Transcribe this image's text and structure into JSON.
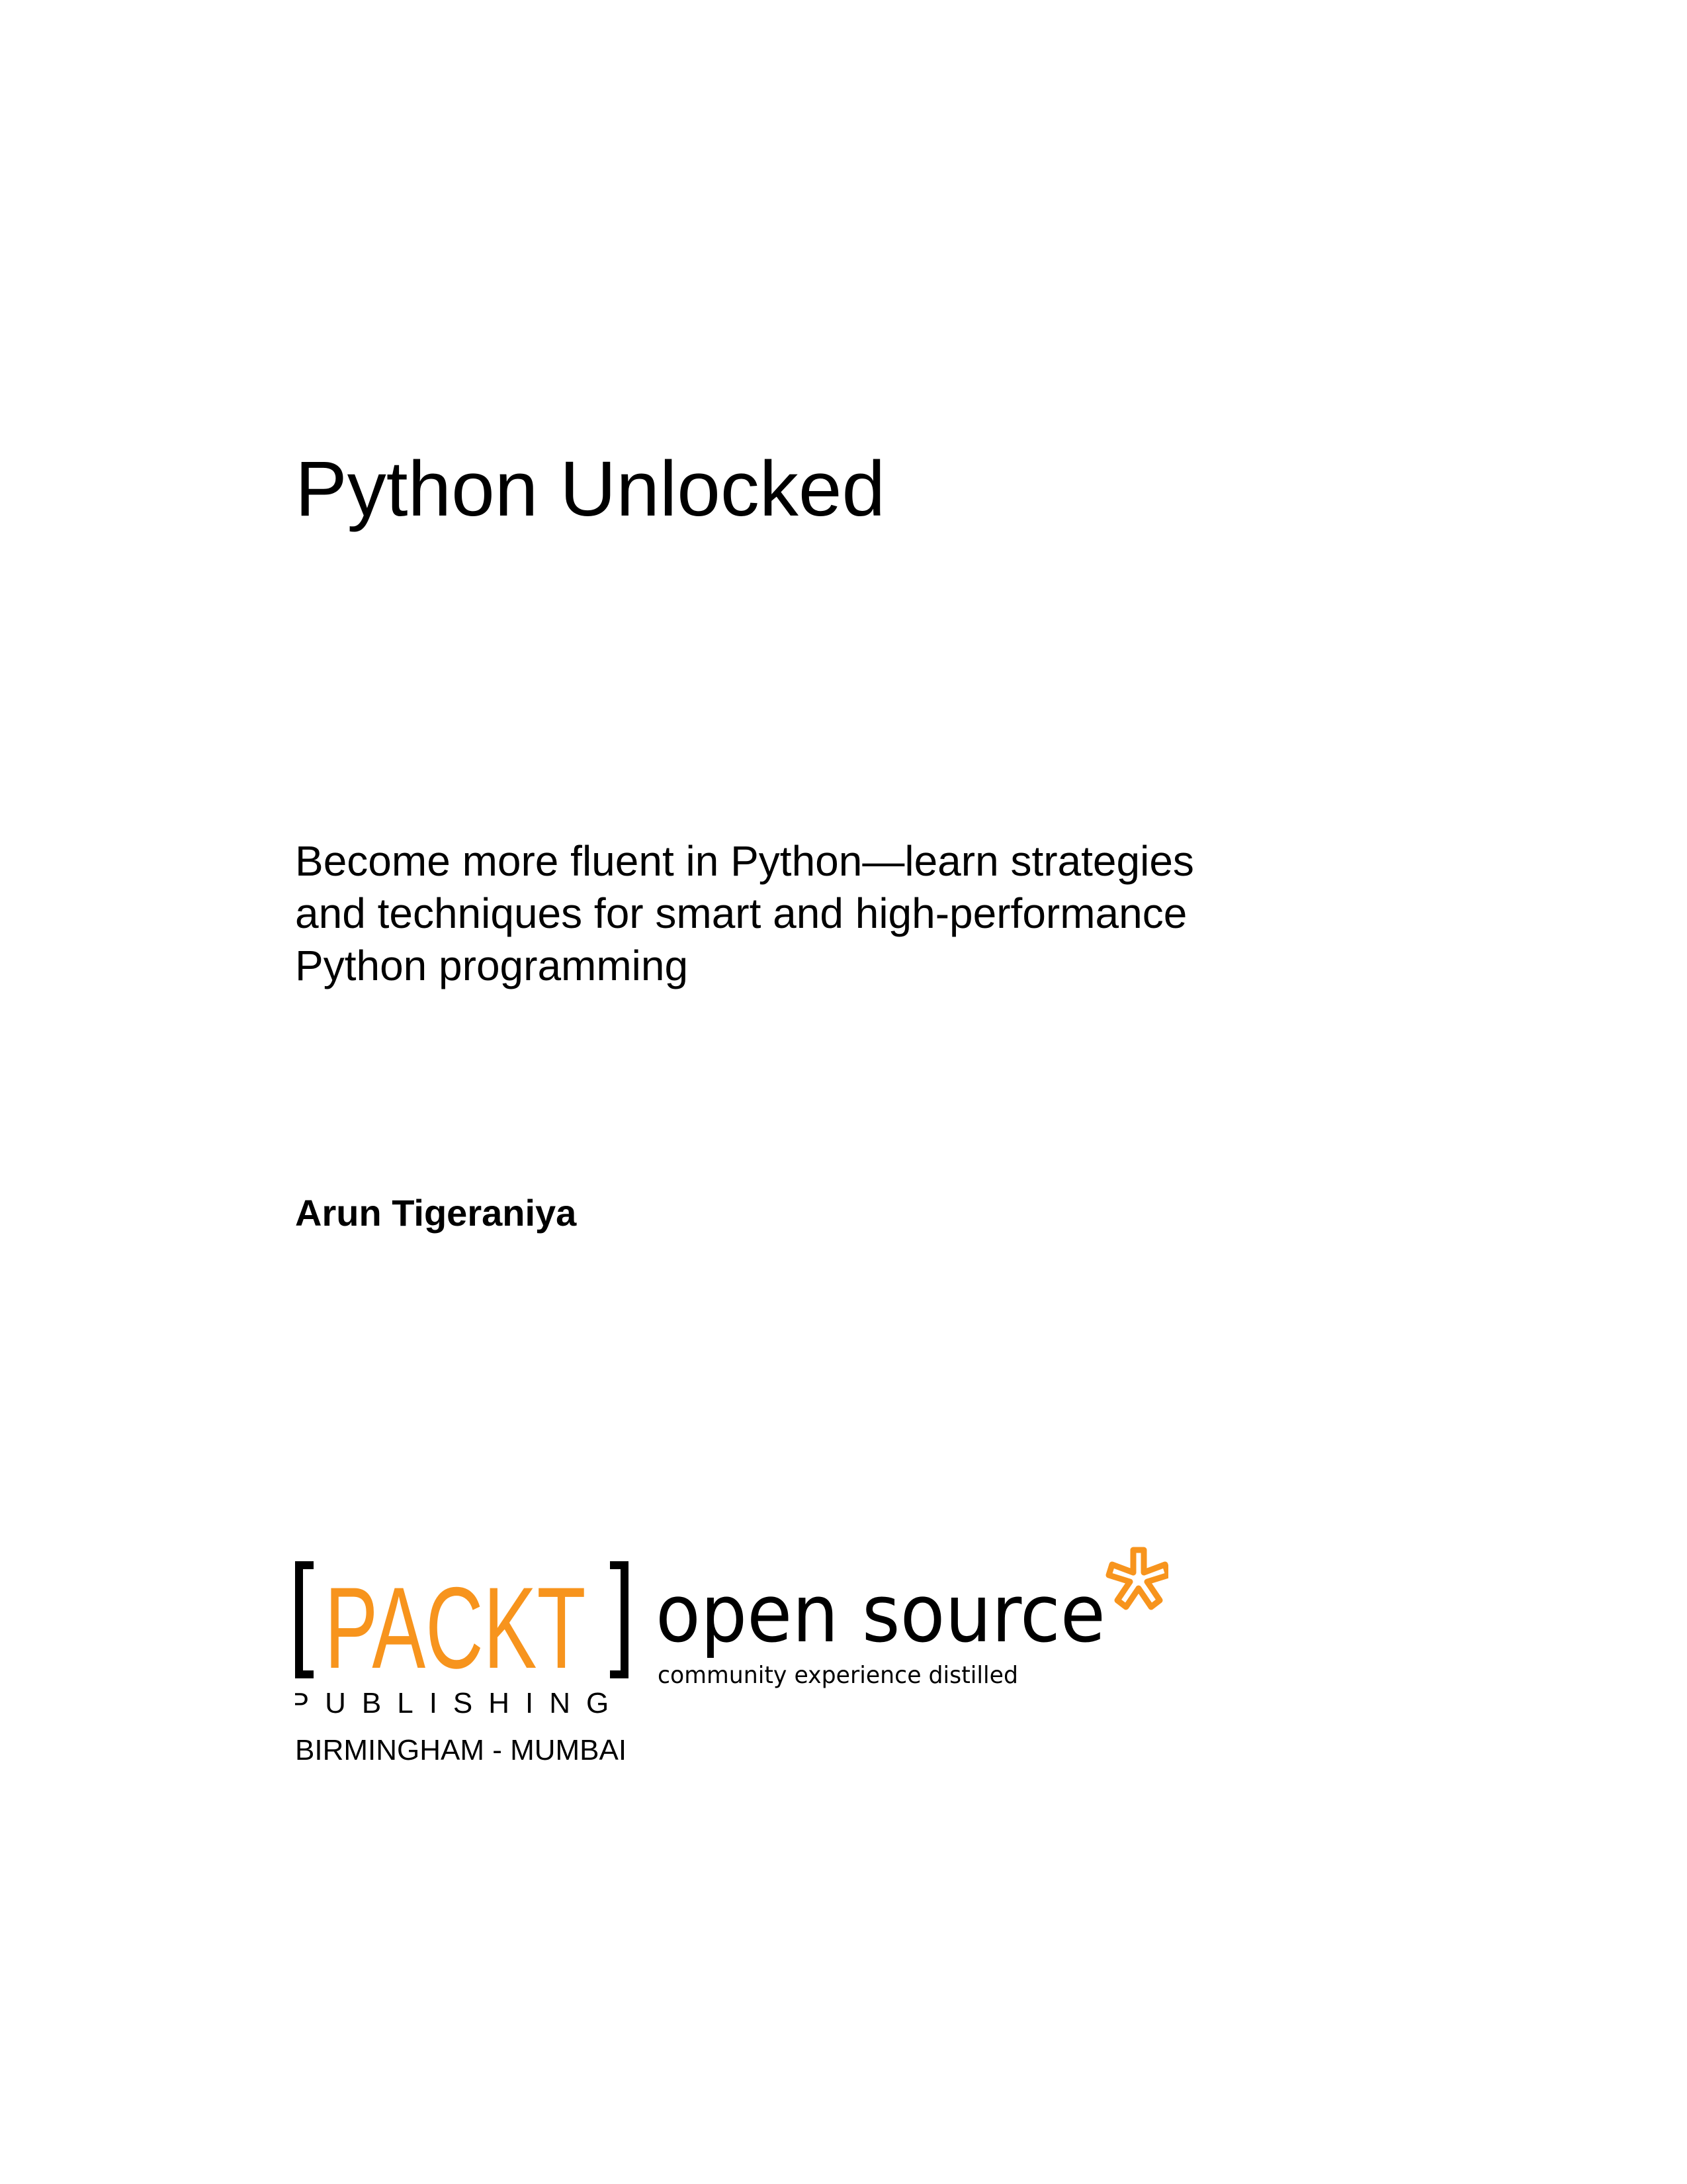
{
  "book": {
    "title": "Python Unlocked",
    "subtitle_lines": [
      "Become more fluent in Python—learn strategies",
      "and techniques for smart and high-performance",
      "Python programming"
    ],
    "author": "Arun Tigeraniya"
  },
  "publisher": {
    "logo_text": "PACKT",
    "logo_subtext": "PUBLISHING",
    "imprint": "open source",
    "imprint_tagline": "community experience distilled",
    "location": "BIRMINGHAM - MUMBAI",
    "brand_color": "#F7941D"
  }
}
